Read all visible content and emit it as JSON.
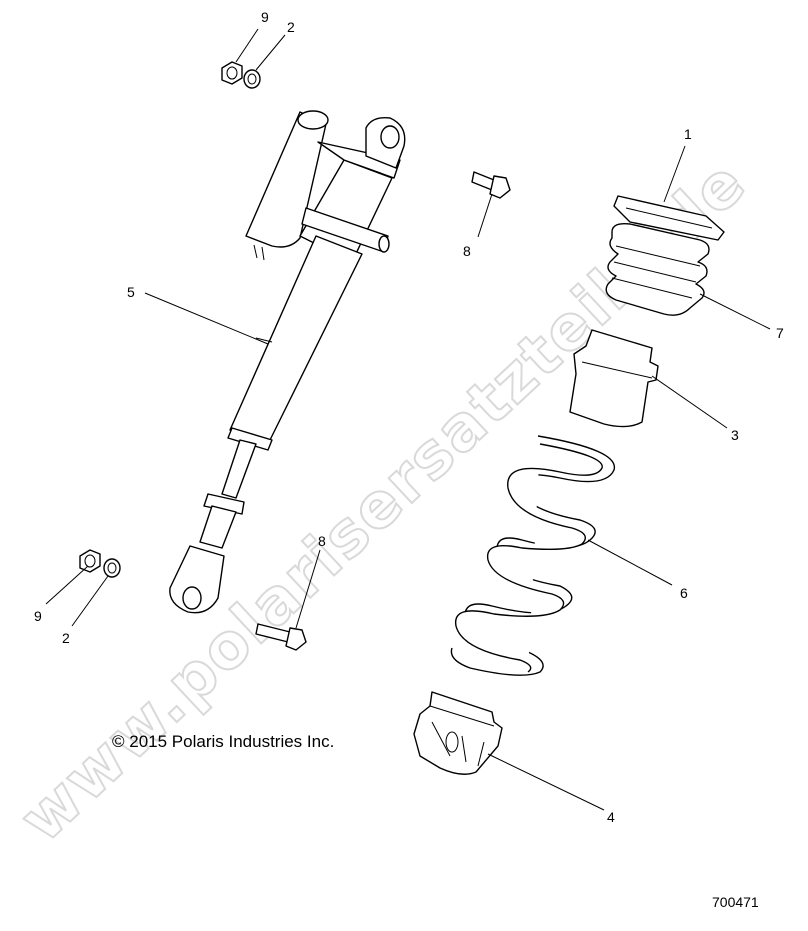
{
  "watermark": "www.polarisersatzteile.de",
  "copyright": "© 2015 Polaris Industries Inc.",
  "figure_number": "700471",
  "callouts": {
    "c9_top": "9",
    "c2_top": "2",
    "c1": "1",
    "c7": "7",
    "c5": "5",
    "c8_top": "8",
    "c3": "3",
    "c6": "6",
    "c8_bottom": "8",
    "c9_bottom": "9",
    "c2_bottom": "2",
    "c4": "4"
  }
}
